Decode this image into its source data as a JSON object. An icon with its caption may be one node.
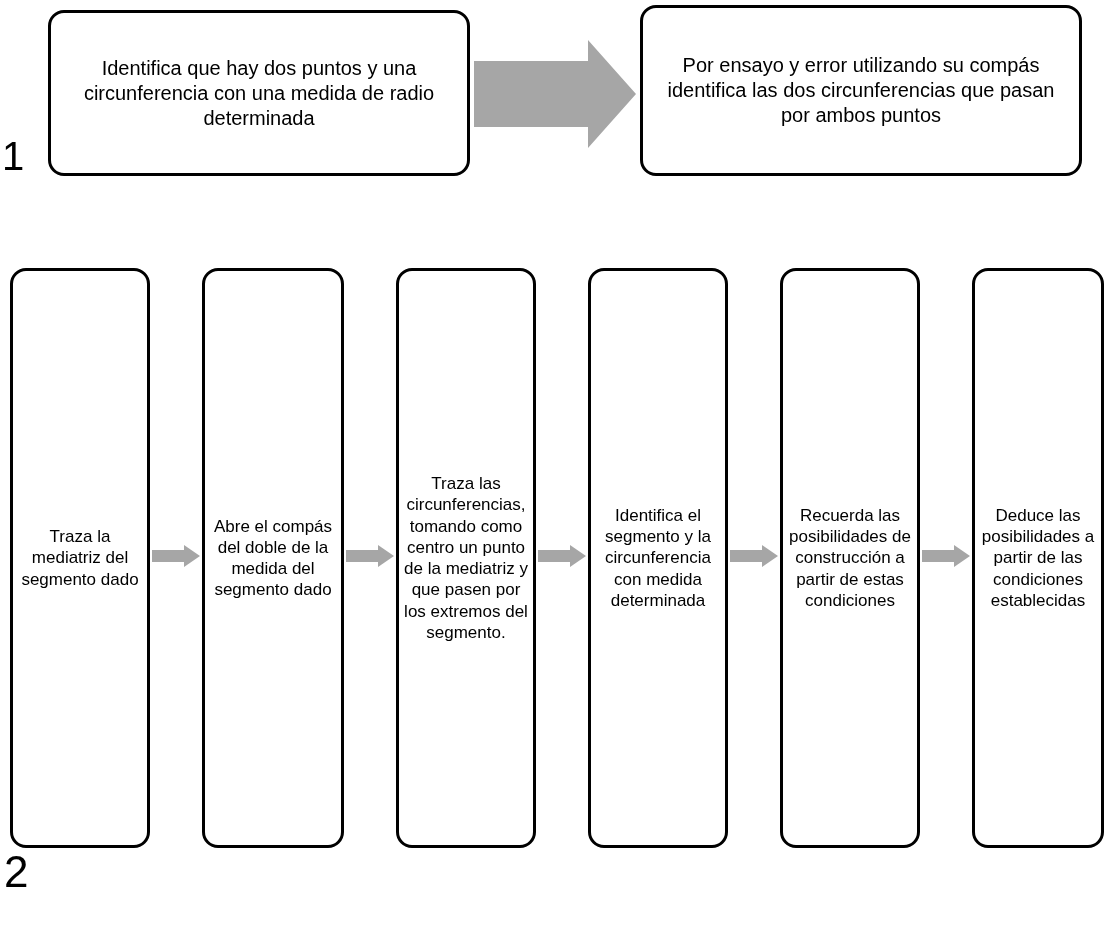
{
  "diagram": {
    "nodes": [
      {
        "text": [
          "Identifica que hay dos puntos  y una circunferencia con una medida de radio determinada"
        ]
      },
      {
        "text": [
          "Por ensayo y error utilizando su compás identifica las  dos circunferencias que pasan por ambos puntos"
        ]
      },
      {
        "text": [
          "Traza la mediatriz del segmento dado"
        ]
      },
      {
        "text": [
          "Abre el compás del doble de la medida del segmento dado"
        ]
      },
      {
        "text": [
          "Traza las circunferencias, tomando como centro un punto de la mediatriz y que pasen por los extremos del segmento."
        ]
      },
      {
        "text": [
          "Identifica el segmento y la circunferencia con medida determinada"
        ]
      },
      {
        "text": [
          "Recuerda las posibilidades de construcción a partir de estas condiciones"
        ]
      },
      {
        "text": [
          "Deduce las posibilidades a partir de las condiciones establecidas"
        ]
      }
    ],
    "edges": [
      {
        "from": 0,
        "to": 1,
        "arrow": "to"
      },
      {
        "from": 2,
        "to": 3,
        "arrow": "to"
      },
      {
        "from": 3,
        "to": 4,
        "arrow": "to"
      },
      {
        "from": 4,
        "to": 5,
        "arrow": "to"
      },
      {
        "from": 5,
        "to": 6,
        "arrow": "to"
      },
      {
        "from": 6,
        "to": 7,
        "arrow": "to"
      }
    ],
    "labels": [
      "1",
      "2"
    ]
  }
}
